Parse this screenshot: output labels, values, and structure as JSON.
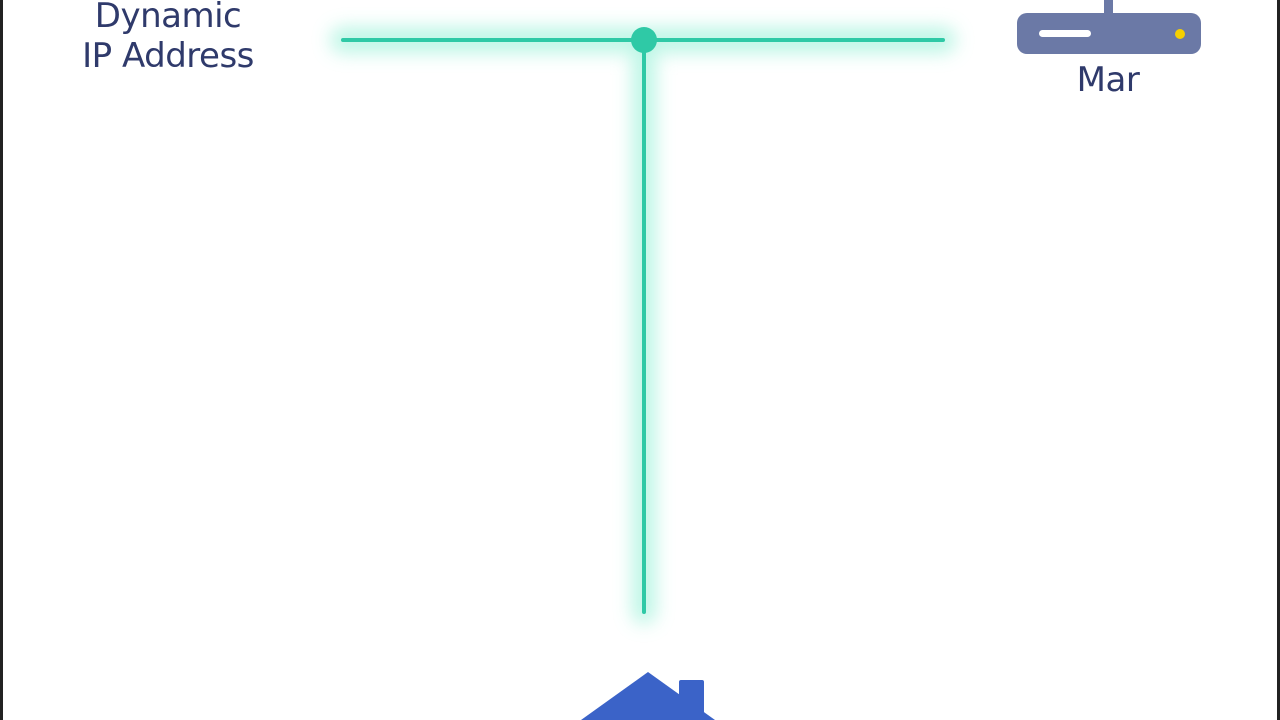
{
  "labels": {
    "dynamic_line1": "Dynamic",
    "dynamic_line2": "IP Address",
    "router": "Mar"
  },
  "colors": {
    "line": "#2fc9a6",
    "glow": "#b6f5e3",
    "label_text": "#2f3a6b",
    "router_body": "#6b79a6",
    "router_led": "#f5d000",
    "house": "#3b63c8"
  },
  "icons": {
    "router": "router-icon",
    "house": "house-icon"
  }
}
